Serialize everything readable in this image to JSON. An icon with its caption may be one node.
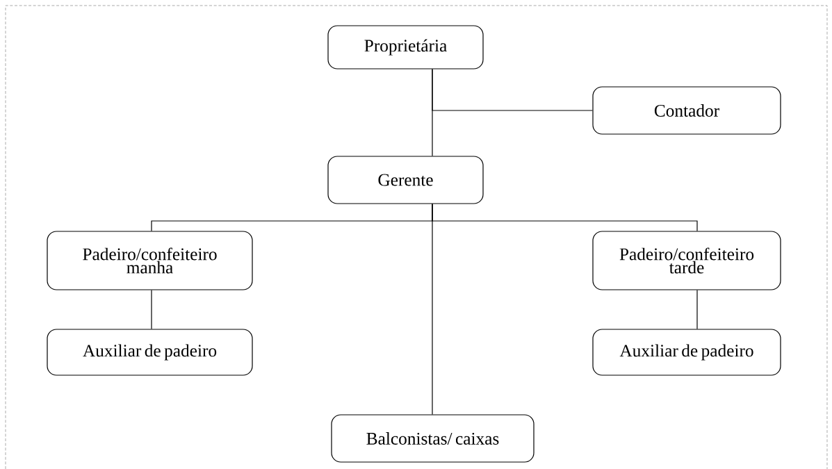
{
  "diagram": {
    "nodes": [
      {
        "text": [
          "Proprietária"
        ]
      },
      {
        "text": [
          "Contador"
        ]
      },
      {
        "text": [
          "Gerente"
        ]
      },
      {
        "text": [
          "Padeiro/confeiteiro manha"
        ]
      },
      {
        "text": [
          "Padeiro/confeiteiro tarde"
        ]
      },
      {
        "text": [
          "Auxiliar de padeiro"
        ]
      },
      {
        "text": [
          "Auxiliar de padeiro"
        ]
      },
      {
        "text": [
          "Balconistas/ caixas"
        ]
      }
    ],
    "edges": [
      {
        "from": 0,
        "to": 2,
        "arrow": "none"
      },
      {
        "from": 0,
        "to": 1,
        "arrow": "none"
      },
      {
        "from": 2,
        "to": 3,
        "arrow": "none"
      },
      {
        "from": 2,
        "to": 4,
        "arrow": "none"
      },
      {
        "from": 2,
        "to": 7,
        "arrow": "none"
      },
      {
        "from": 3,
        "to": 5,
        "arrow": "none"
      },
      {
        "from": 4,
        "to": 6,
        "arrow": "none"
      }
    ]
  }
}
